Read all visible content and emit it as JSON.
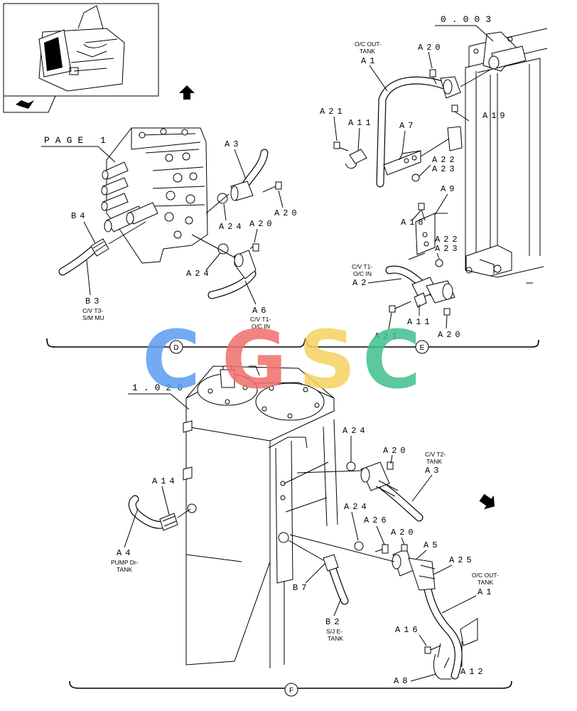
{
  "pages": {
    "ref_page_1": "PAGE 1",
    "ref_0003": "0.003",
    "ref_1020": "1.020"
  },
  "sections": {
    "d": "D",
    "e": "E",
    "f": "F"
  },
  "callouts": {
    "a1_top": "A1",
    "a2": "A2",
    "a3_top": "A3",
    "a6": "A6",
    "a7": "A7",
    "a9": "A9",
    "a11_top": "A11",
    "a11_bottom": "A11",
    "a18": "A18",
    "a19": "A19",
    "a20_e_top": "A20",
    "a20_d_right": "A20",
    "a20_d_mid": "A20",
    "a20_e_bottom": "A20",
    "a21_top": "A21",
    "a21_bottom": "A21",
    "a22_top": "A22",
    "a23_top": "A23",
    "a22_bottom": "A22",
    "a23_bottom": "A23",
    "a24_d_top": "A24",
    "a24_d_bottom": "A24",
    "b3": "B3",
    "b4": "B4",
    "a3_f": "A3",
    "a20_f_top": "A20",
    "a24_f_top": "A24",
    "a24_f_bottom": "A24",
    "a26": "A26",
    "a20_f_mid": "A20",
    "a5": "A5",
    "a25": "A25",
    "a1_f": "A1",
    "a14": "A14",
    "a4": "A4",
    "b7": "B7",
    "b2": "B2",
    "a16": "A16",
    "a12": "A12",
    "a8": "A8"
  },
  "notes": {
    "oc_out_tank_top": [
      "O/C OUT-",
      "TANK"
    ],
    "cv_t3_sm_mu": [
      "C/V T3-",
      "S/M MU"
    ],
    "cv_t1_oc_in_d": [
      "C/V T1-",
      "O/C IN"
    ],
    "cv_t1_oc_in_e": [
      "C/V T1-",
      "O/C IN"
    ],
    "cv_t2_tank": [
      "C/V T2-",
      "TANK"
    ],
    "oc_out_tank_f": [
      "O/C OUT-",
      "TANK"
    ],
    "pump_dr_tank": [
      "PUMP Dr-",
      "TANK"
    ],
    "sje_tank": [
      "S/J E-",
      "TANK"
    ]
  },
  "watermark": {
    "letters": [
      "C",
      "G",
      "S",
      "C"
    ],
    "colors": [
      "#5b9cf0",
      "#ef6f6a",
      "#f7d15f",
      "#3fbf8c"
    ]
  }
}
